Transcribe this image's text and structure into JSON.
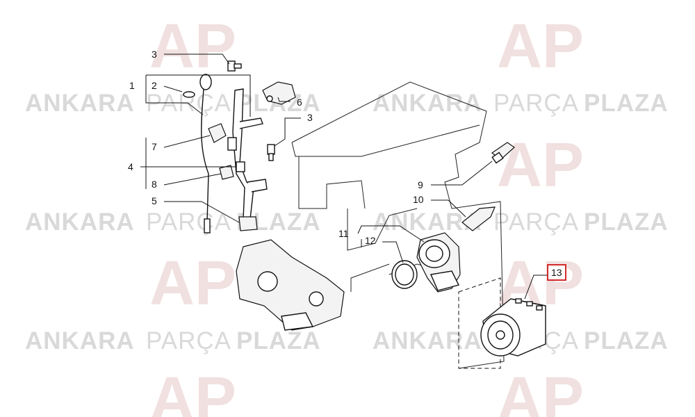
{
  "watermark": {
    "brand_bold_1": "ANKARA",
    "brand_light": "PARÇA",
    "brand_bold_2": "PLAZA",
    "logo_text": "AP",
    "logo_color": "#d9a7a7",
    "text_color": "#d9d9d9"
  },
  "callouts": [
    "1",
    "2",
    "3",
    "3",
    "4",
    "5",
    "6",
    "7",
    "8",
    "9",
    "10",
    "11",
    "12",
    "13"
  ],
  "highlighted_callout": "13",
  "highlight_color": "#d22a2a"
}
